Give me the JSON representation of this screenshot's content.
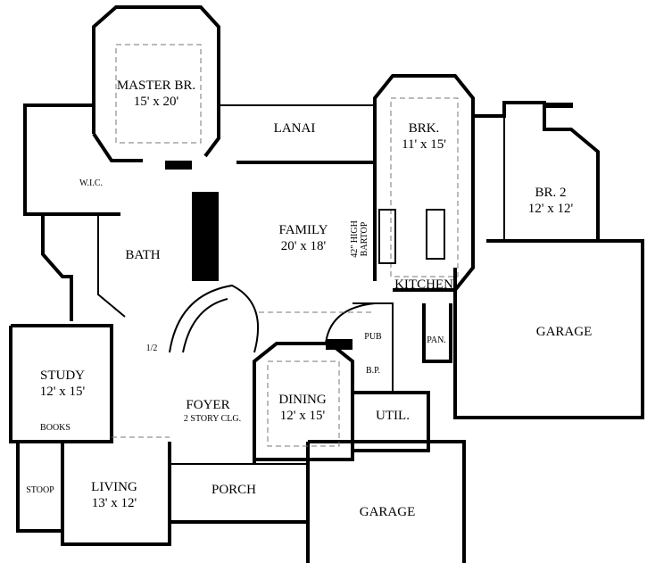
{
  "rooms": {
    "master": {
      "name": "MASTER BR.",
      "size": "15' x 20'"
    },
    "lanai": {
      "name": "LANAI"
    },
    "brk": {
      "name": "BRK.",
      "size": "11' x 15'"
    },
    "br2": {
      "name": "BR. 2",
      "size": "12' x 12'"
    },
    "wic": {
      "name": "W.I.C."
    },
    "family": {
      "name": "FAMILY",
      "size": "20' x 18'"
    },
    "bartop": {
      "line1": "42\" HIGH",
      "line2": "BARTOP"
    },
    "bath": {
      "name": "BATH"
    },
    "kitchen": {
      "name": "KITCHEN"
    },
    "garage_right": {
      "name": "GARAGE"
    },
    "pan": {
      "name": "PAN."
    },
    "pub": {
      "name": "PUB"
    },
    "bp": {
      "name": "B.P."
    },
    "half_bath": {
      "name": "1/2"
    },
    "study": {
      "name": "STUDY",
      "size": "12' x 15'"
    },
    "books": {
      "name": "BOOKS"
    },
    "foyer": {
      "name": "FOYER",
      "note": "2 STORY CLG."
    },
    "dining": {
      "name": "DINING",
      "size": "12' x 15'"
    },
    "util": {
      "name": "UTIL."
    },
    "stoop": {
      "name": "STOOP"
    },
    "living": {
      "name": "LIVING",
      "size": "13' x 12'"
    },
    "porch": {
      "name": "PORCH"
    },
    "garage_bottom": {
      "name": "GARAGE"
    }
  }
}
